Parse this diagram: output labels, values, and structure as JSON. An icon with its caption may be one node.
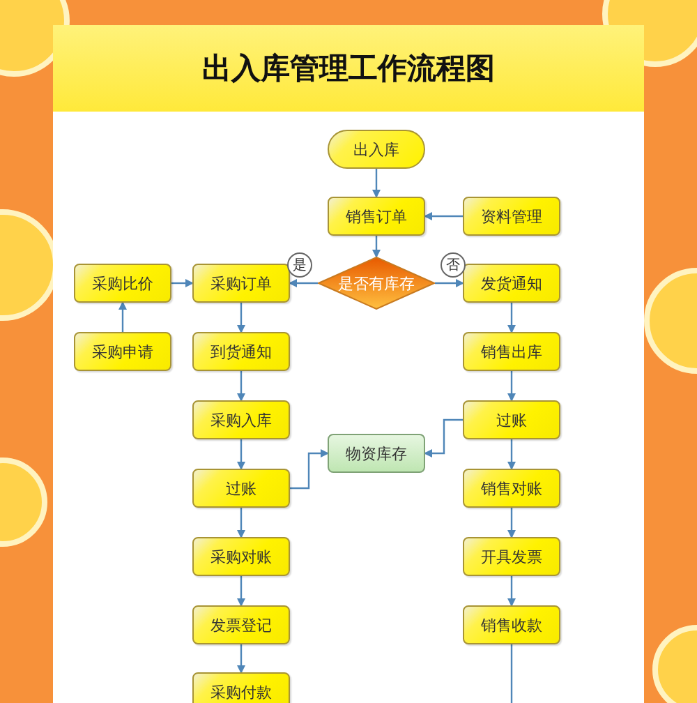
{
  "diagram": {
    "title": "出入库管理工作流程图",
    "nodes": [
      {
        "text": [
          "出入库"
        ]
      },
      {
        "text": [
          "销售订单"
        ]
      },
      {
        "text": [
          "资料管理"
        ]
      },
      {
        "text": [
          "是否有库存"
        ]
      },
      {
        "text": [
          "采购比价"
        ]
      },
      {
        "text": [
          "采购订单"
        ]
      },
      {
        "text": [
          "发货通知"
        ]
      },
      {
        "text": [
          "采购申请"
        ]
      },
      {
        "text": [
          "到货通知"
        ]
      },
      {
        "text": [
          "销售出库"
        ]
      },
      {
        "text": [
          "采购入库"
        ]
      },
      {
        "text": [
          "过账"
        ]
      },
      {
        "text": [
          "物资库存"
        ]
      },
      {
        "text": [
          "过账"
        ]
      },
      {
        "text": [
          "销售对账"
        ]
      },
      {
        "text": [
          "采购对账"
        ]
      },
      {
        "text": [
          "开具发票"
        ]
      },
      {
        "text": [
          "发票登记"
        ]
      },
      {
        "text": [
          "销售收款"
        ]
      },
      {
        "text": [
          "采购付款"
        ]
      }
    ],
    "edges": [
      {
        "from": 0,
        "to": 1,
        "arrow": "to"
      },
      {
        "from": 2,
        "to": 1,
        "arrow": "to"
      },
      {
        "from": 1,
        "to": 3,
        "arrow": "to"
      },
      {
        "from": 3,
        "to": 5,
        "arrow": "to",
        "label": "是"
      },
      {
        "from": 3,
        "to": 6,
        "arrow": "to",
        "label": "否"
      },
      {
        "from": 4,
        "to": 5,
        "arrow": "to"
      },
      {
        "from": 7,
        "to": 4,
        "arrow": "to"
      },
      {
        "from": 5,
        "to": 8,
        "arrow": "to"
      },
      {
        "from": 8,
        "to": 10,
        "arrow": "to"
      },
      {
        "from": 10,
        "to": 13,
        "arrow": "to"
      },
      {
        "from": 13,
        "to": 12,
        "arrow": "to"
      },
      {
        "from": 11,
        "to": 12,
        "arrow": "to"
      },
      {
        "from": 6,
        "to": 9,
        "arrow": "to"
      },
      {
        "from": 9,
        "to": 11,
        "arrow": "to"
      },
      {
        "from": 11,
        "to": 14,
        "arrow": "to"
      },
      {
        "from": 13,
        "to": 15,
        "arrow": "to"
      },
      {
        "from": 15,
        "to": 17,
        "arrow": "to"
      },
      {
        "from": 17,
        "to": 19,
        "arrow": "to"
      },
      {
        "from": 14,
        "to": 16,
        "arrow": "to"
      },
      {
        "from": 16,
        "to": 18,
        "arrow": "to"
      },
      {
        "from": 18,
        "to": null,
        "arrow": "none"
      }
    ]
  }
}
